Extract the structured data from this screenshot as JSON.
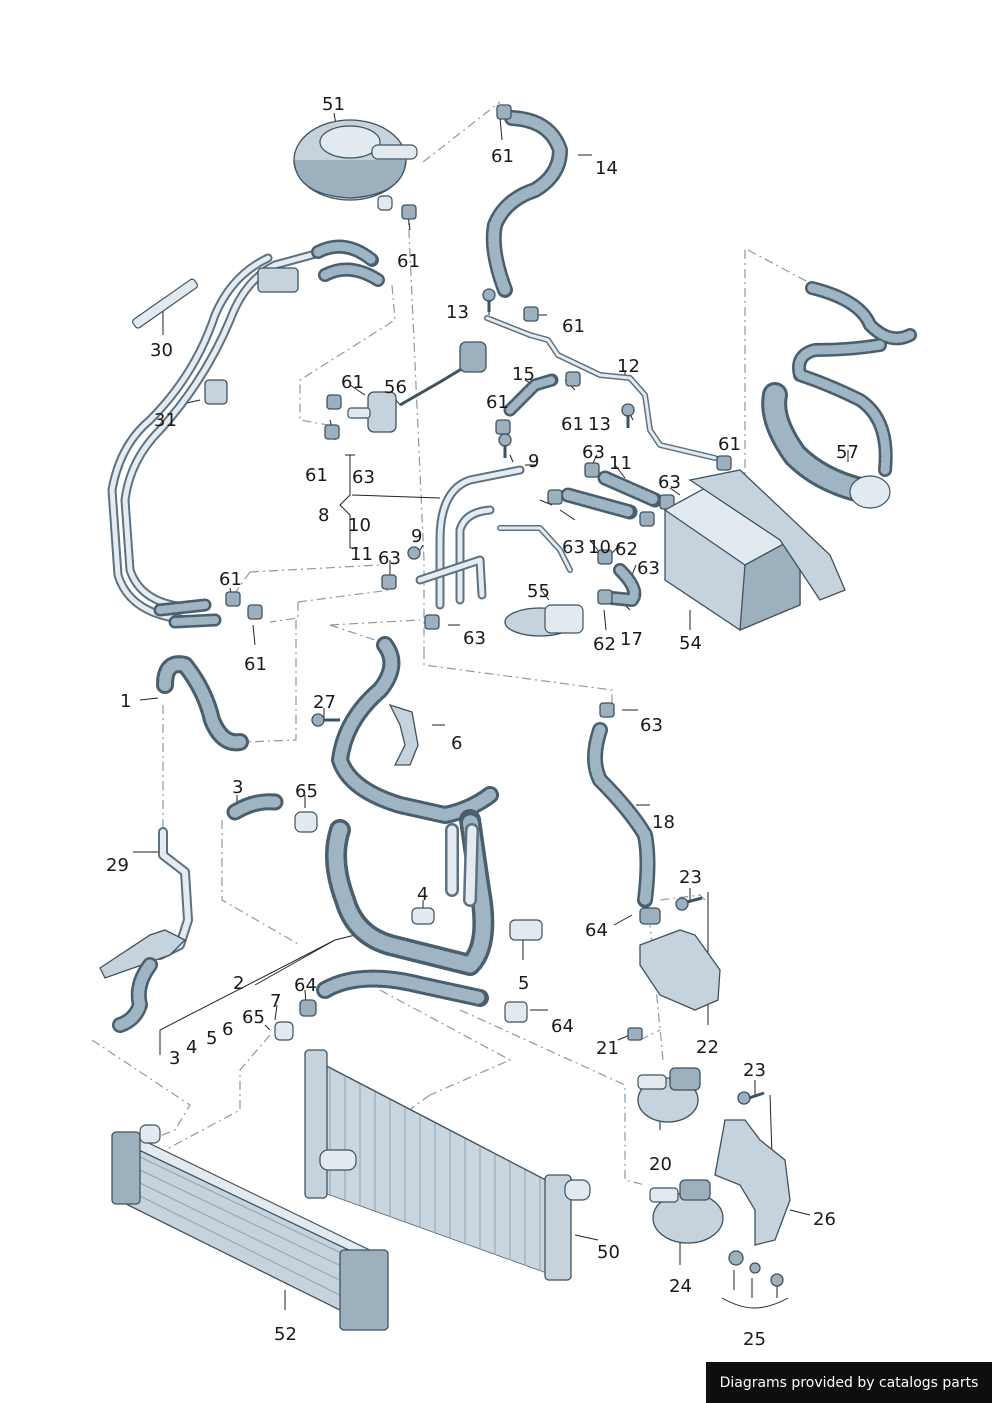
{
  "diagram": {
    "callouts": {
      "c51": "51",
      "c61a": "61",
      "c14": "14",
      "c61b": "61",
      "c30": "30",
      "c13a": "13",
      "c61c": "61",
      "c12": "12",
      "c15": "15",
      "c61d": "61",
      "c56": "56",
      "c31": "31",
      "c61e": "61",
      "c61f": "61",
      "c13b": "13",
      "c61g": "61",
      "c57": "57",
      "c61h": "61",
      "c63a": "63",
      "c9a": "9",
      "c63b": "63",
      "c11a": "11",
      "c8": "8",
      "c10a": "10",
      "c11b": "11",
      "c63c": "63",
      "c9b": "9",
      "c63d": "63",
      "c63e": "63",
      "c10b": "10",
      "c62a": "62",
      "c63f": "63",
      "c61i": "61",
      "c55": "55",
      "c61j": "61",
      "c63g": "63",
      "c62b": "62",
      "c17": "17",
      "c54": "54",
      "c1": "1",
      "c27": "27",
      "c6": "6",
      "c63h": "63",
      "c3a": "3",
      "c65a": "65",
      "c18": "18",
      "c29": "29",
      "c4a": "4",
      "c23a": "23",
      "c64a": "64",
      "c5a": "5",
      "c2": "2",
      "c64b": "64",
      "c7": "7",
      "c65b": "65",
      "c6b": "6",
      "c5b": "5",
      "c4b": "4",
      "c3b": "3",
      "c64c": "64",
      "c21": "21",
      "c22": "22",
      "c23b": "23",
      "c20": "20",
      "c26": "26",
      "c50": "50",
      "c24": "24",
      "c25": "25",
      "c52": "52"
    },
    "colors": {
      "hose_outline": "#4a5f6e",
      "hose_fill": "#9fb5c3",
      "part_fill": "#c6d3dc",
      "dash_line": "#8a9aaa"
    }
  },
  "footer": {
    "credit": "Diagrams provided by catalogs parts"
  }
}
